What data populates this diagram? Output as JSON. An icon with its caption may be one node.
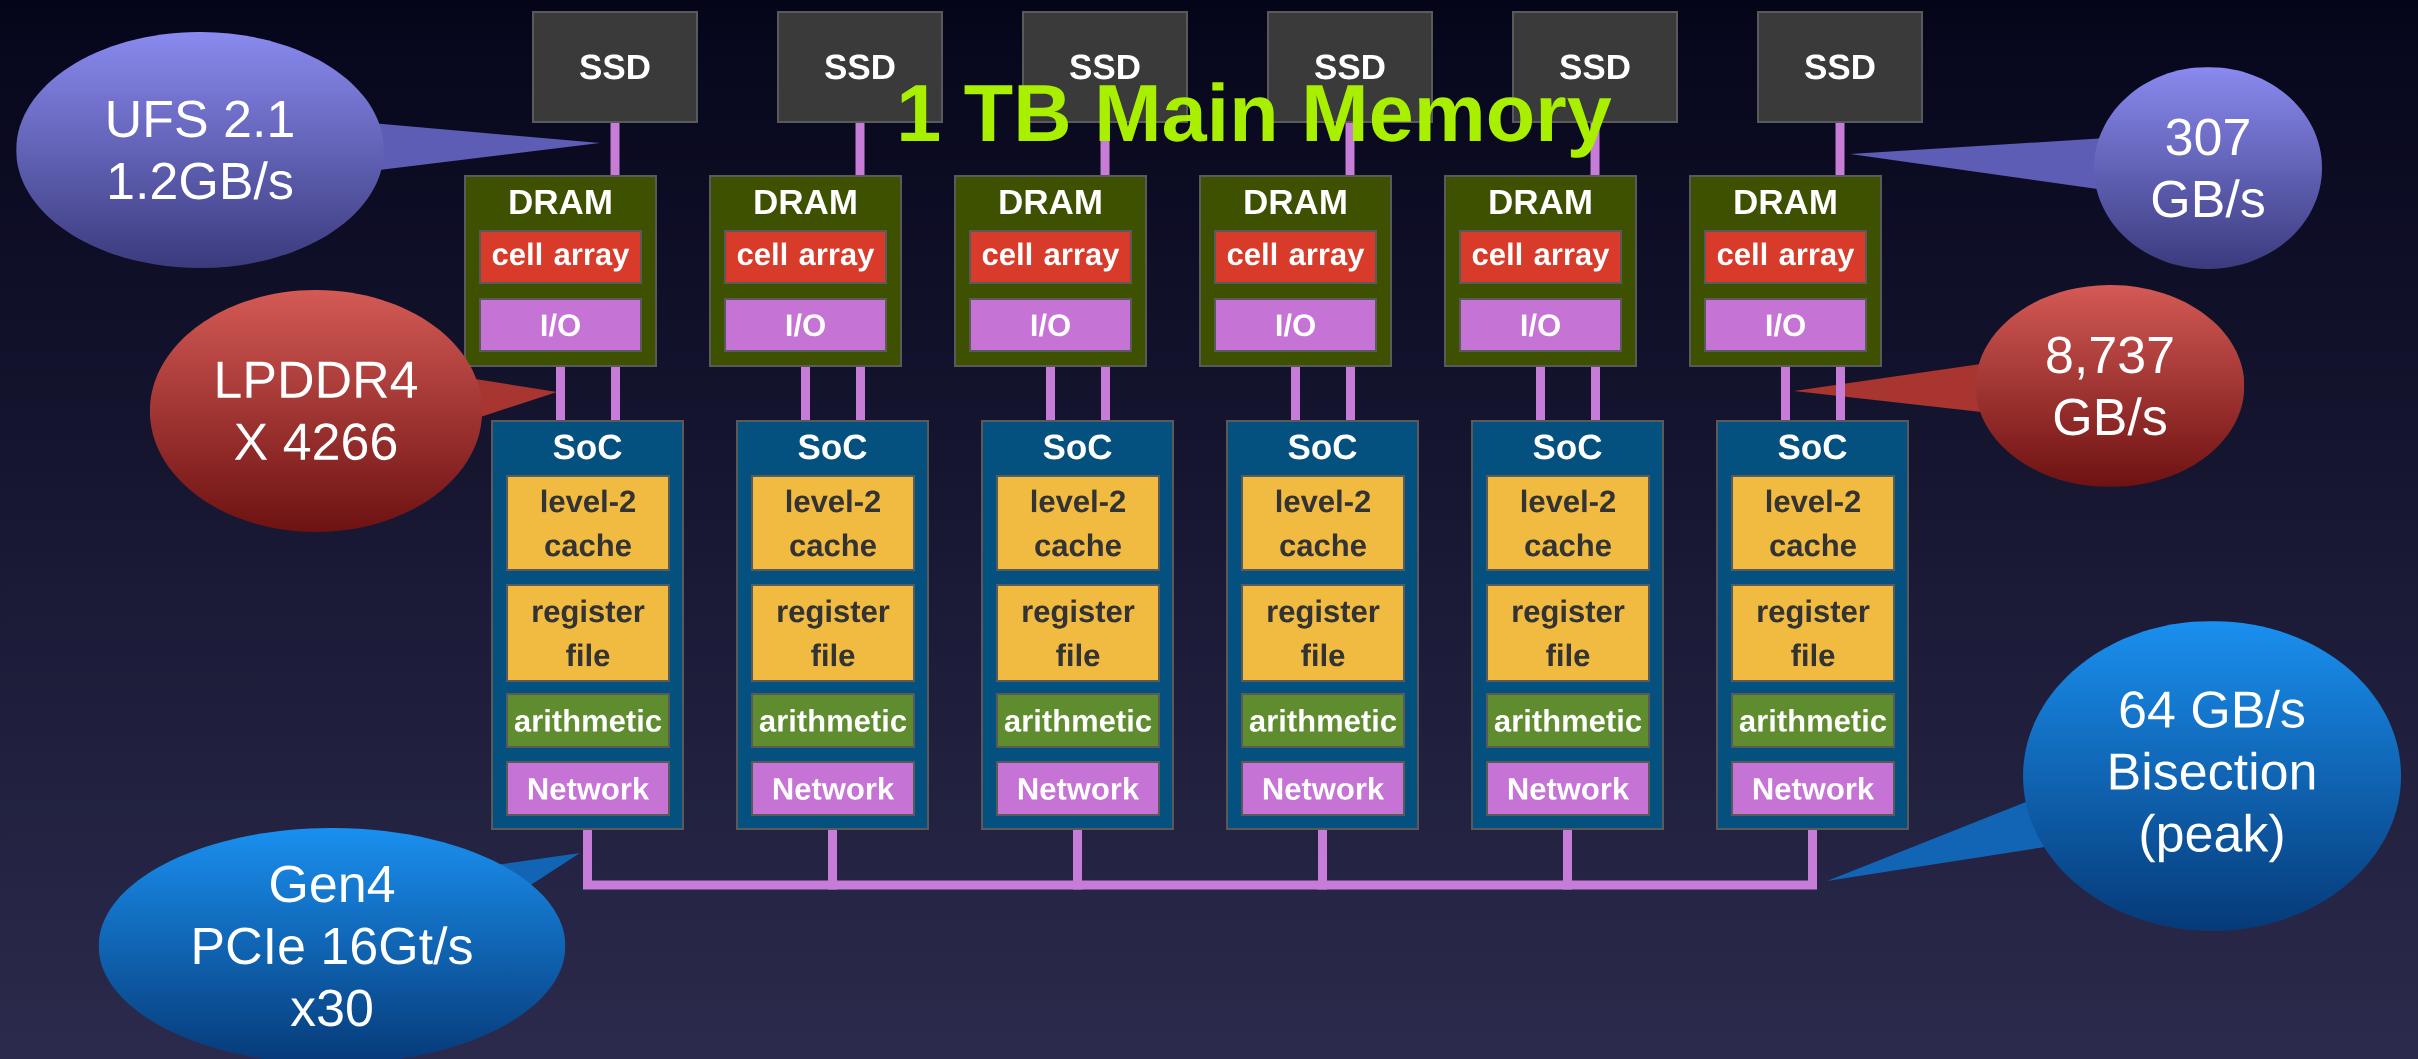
{
  "diagram": {
    "title": "1 TB Main Memory",
    "nodes": [
      {
        "text": [
          "SSD"
        ]
      },
      {
        "text": [
          "SSD"
        ]
      },
      {
        "text": [
          "SSD"
        ]
      },
      {
        "text": [
          "SSD"
        ]
      },
      {
        "text": [
          "SSD"
        ]
      },
      {
        "text": [
          "SSD"
        ]
      },
      {
        "text": [
          "DRAM"
        ]
      },
      {
        "text": [
          "cell array"
        ],
        "in": 6
      },
      {
        "text": [
          "I/O"
        ],
        "in": 6
      },
      {
        "text": [
          "DRAM"
        ]
      },
      {
        "text": [
          "cell array"
        ],
        "in": 9
      },
      {
        "text": [
          "I/O"
        ],
        "in": 9
      },
      {
        "text": [
          "DRAM"
        ]
      },
      {
        "text": [
          "cell array"
        ],
        "in": 12
      },
      {
        "text": [
          "I/O"
        ],
        "in": 12
      },
      {
        "text": [
          "DRAM"
        ]
      },
      {
        "text": [
          "cell array"
        ],
        "in": 15
      },
      {
        "text": [
          "I/O"
        ],
        "in": 15
      },
      {
        "text": [
          "DRAM"
        ]
      },
      {
        "text": [
          "cell array"
        ],
        "in": 18
      },
      {
        "text": [
          "I/O"
        ],
        "in": 18
      },
      {
        "text": [
          "DRAM"
        ]
      },
      {
        "text": [
          "cell array"
        ],
        "in": 21
      },
      {
        "text": [
          "I/O"
        ],
        "in": 21
      },
      {
        "text": [
          "SoC"
        ]
      },
      {
        "text": [
          "level-2 cache"
        ],
        "in": 24
      },
      {
        "text": [
          "register file"
        ],
        "in": 24
      },
      {
        "text": [
          "arithmetic"
        ],
        "in": 24
      },
      {
        "text": [
          "Network"
        ],
        "in": 24
      },
      {
        "text": [
          "SoC"
        ]
      },
      {
        "text": [
          "level-2 cache"
        ],
        "in": 29
      },
      {
        "text": [
          "register file"
        ],
        "in": 29
      },
      {
        "text": [
          "arithmetic"
        ],
        "in": 29
      },
      {
        "text": [
          "Network"
        ],
        "in": 29
      },
      {
        "text": [
          "SoC"
        ]
      },
      {
        "text": [
          "level-2 cache"
        ],
        "in": 34
      },
      {
        "text": [
          "register file"
        ],
        "in": 34
      },
      {
        "text": [
          "arithmetic"
        ],
        "in": 34
      },
      {
        "text": [
          "Network"
        ],
        "in": 34
      },
      {
        "text": [
          "SoC"
        ]
      },
      {
        "text": [
          "level-2 cache"
        ],
        "in": 39
      },
      {
        "text": [
          "register file"
        ],
        "in": 39
      },
      {
        "text": [
          "arithmetic"
        ],
        "in": 39
      },
      {
        "text": [
          "Network"
        ],
        "in": 39
      },
      {
        "text": [
          "SoC"
        ]
      },
      {
        "text": [
          "level-2 cache"
        ],
        "in": 44
      },
      {
        "text": [
          "register file"
        ],
        "in": 44
      },
      {
        "text": [
          "arithmetic"
        ],
        "in": 44
      },
      {
        "text": [
          "Network"
        ],
        "in": 44
      },
      {
        "text": [
          "SoC"
        ]
      },
      {
        "text": [
          "level-2 cache"
        ],
        "in": 49
      },
      {
        "text": [
          "register file"
        ],
        "in": 49
      },
      {
        "text": [
          "arithmetic"
        ],
        "in": 49
      },
      {
        "text": [
          "Network"
        ],
        "in": 49
      },
      {
        "text": [
          "UFS 2.1 1.2GB/s"
        ]
      },
      {
        "text": [
          "307 GB/s"
        ]
      },
      {
        "text": [
          "LPDDR4 X 4266"
        ]
      },
      {
        "text": [
          "8,737 GB/s"
        ]
      },
      {
        "text": [
          "64 GB/s Bisection (peak)"
        ]
      },
      {
        "text": [
          "Gen4 PCIe 16Gt/s x30"
        ]
      }
    ],
    "edges": [
      {
        "from": 0,
        "to": 6,
        "arrow": "none"
      },
      {
        "from": 1,
        "to": 9,
        "arrow": "none"
      },
      {
        "from": 2,
        "to": 12,
        "arrow": "none"
      },
      {
        "from": 3,
        "to": 15,
        "arrow": "none"
      },
      {
        "from": 4,
        "to": 18,
        "arrow": "none"
      },
      {
        "from": 5,
        "to": 21,
        "arrow": "none"
      },
      {
        "from": 6,
        "to": 24,
        "arrow": "none"
      },
      {
        "from": 6,
        "to": 24,
        "arrow": "none"
      },
      {
        "from": 9,
        "to": 29,
        "arrow": "none"
      },
      {
        "from": 9,
        "to": 29,
        "arrow": "none"
      },
      {
        "from": 12,
        "to": 34,
        "arrow": "none"
      },
      {
        "from": 12,
        "to": 34,
        "arrow": "none"
      },
      {
        "from": 15,
        "to": 39,
        "arrow": "none"
      },
      {
        "from": 15,
        "to": 39,
        "arrow": "none"
      },
      {
        "from": 18,
        "to": 44,
        "arrow": "none"
      },
      {
        "from": 18,
        "to": 44,
        "arrow": "none"
      },
      {
        "from": 21,
        "to": 49,
        "arrow": "none"
      },
      {
        "from": 21,
        "to": 49,
        "arrow": "none"
      },
      {
        "from": 24,
        "to": 29,
        "arrow": "none"
      },
      {
        "from": 29,
        "to": 34,
        "arrow": "none"
      },
      {
        "from": 34,
        "to": 39,
        "arrow": "none"
      },
      {
        "from": 39,
        "to": 44,
        "arrow": "none"
      },
      {
        "from": 44,
        "to": 49,
        "arrow": "none"
      }
    ]
  }
}
